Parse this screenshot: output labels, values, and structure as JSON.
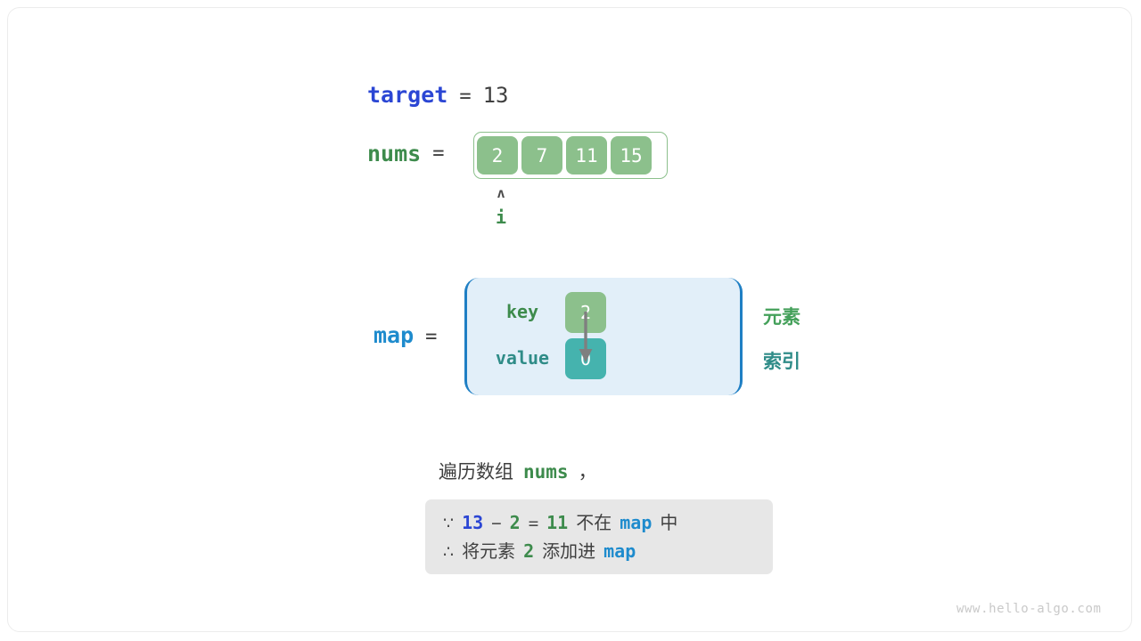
{
  "target": {
    "name": "target",
    "equals": "=",
    "value": "13"
  },
  "nums": {
    "name": "nums",
    "equals": "=",
    "cells": [
      "2",
      "7",
      "11",
      "15"
    ],
    "pointer": {
      "caret": "ʌ",
      "label": "i"
    }
  },
  "map": {
    "name": "map",
    "equals": "=",
    "key_label": "key",
    "value_label": "value",
    "key_cell": "2",
    "value_cell": "0",
    "legend_element": "元素",
    "legend_index": "索引"
  },
  "caption": {
    "prefix": "遍历数组",
    "var": "nums",
    "suffix": "，"
  },
  "reasoning": {
    "line1": {
      "symbol": "∵",
      "a": "13",
      "minus": "−",
      "b": "2",
      "equals": "=",
      "result": "11",
      "text": "不在",
      "map": "map",
      "tail": "中"
    },
    "line2": {
      "symbol": "∴",
      "text": "将元素",
      "element": "2",
      "text2": "添加进",
      "map": "map"
    }
  },
  "watermark": "www.hello-algo.com",
  "colors": {
    "blue_var": "#2b46d4",
    "cyan_var": "#1e8bcd",
    "green_var": "#3d8b4c",
    "array_cell": "#8cc08c",
    "value_cell": "#45b3ae",
    "map_bg": "#e2eff9",
    "map_border": "#1f7fc4",
    "reason_bg": "#e7e7e7",
    "teal_label": "#2f8c88"
  }
}
